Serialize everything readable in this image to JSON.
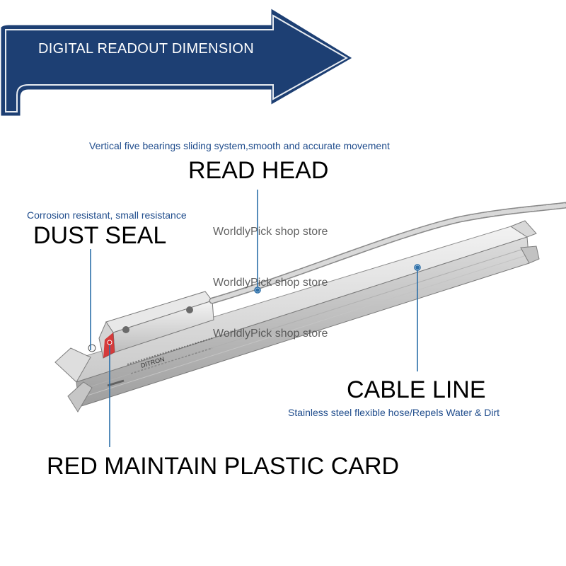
{
  "banner": {
    "title": "DIGITAL READOUT DIMENSION",
    "color": "#1d3f73"
  },
  "annotations": {
    "read_head": {
      "caption": "Vertical five bearings sliding system,smooth and accurate movement",
      "label": "READ HEAD"
    },
    "dust_seal": {
      "caption": "Corrosion resistant, small resistance",
      "label": "DUST SEAL"
    },
    "cable_line": {
      "label": "CABLE LINE",
      "caption": "Stainless steel flexible hose/Repels Water & Dirt"
    },
    "red_card": {
      "label": "RED MAINTAIN PLASTIC CARD"
    }
  },
  "watermarks": [
    "WorldlyPick shop store",
    "WorldlyPick shop store",
    "WorldlyPick shop store"
  ],
  "product": {
    "brand": "DITRON"
  },
  "colors": {
    "caption": "#1f4c8c",
    "pointer_line": "#2c6fa8",
    "seal_red": "#d42020",
    "body_silver": "#cfcfcf"
  }
}
